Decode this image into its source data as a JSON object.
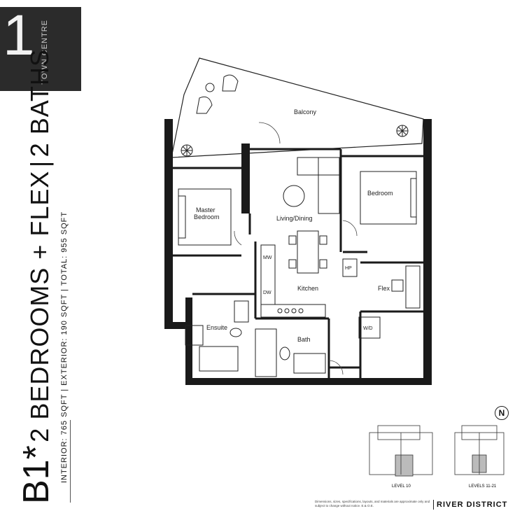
{
  "logo": {
    "digit": "1",
    "text": "TOWN CENTRE"
  },
  "unit": {
    "code": "B1*",
    "title": "2 BEDROOMS + FLEX",
    "divider": "|",
    "baths": "2 BATHS",
    "areas_line": "INTERIOR: 765 SQFT  |  EXTERIOR: 190 SQFT  |  TOTAL: 955 SQFT"
  },
  "rooms": {
    "balcony": "Balcony",
    "master_1": "Master",
    "master_2": "Bedroom",
    "bedroom": "Bedroom",
    "living": "Living/Dining",
    "kitchen": "Kitchen",
    "flex": "Flex",
    "ensuite": "Ensuite",
    "bath": "Bath",
    "mw": "MW",
    "dw": "DW",
    "hp": "HP",
    "wd": "W/D"
  },
  "compass": "N",
  "keyplans": [
    {
      "label": "LEVEL 10"
    },
    {
      "label": "LEVELS 11-21"
    }
  ],
  "footnote": "Dimensions, sizes, specifications, layouts, and materials are approximate only and subject to change without notice. E.& O.E.",
  "brand": "RIVER DISTRICT"
}
